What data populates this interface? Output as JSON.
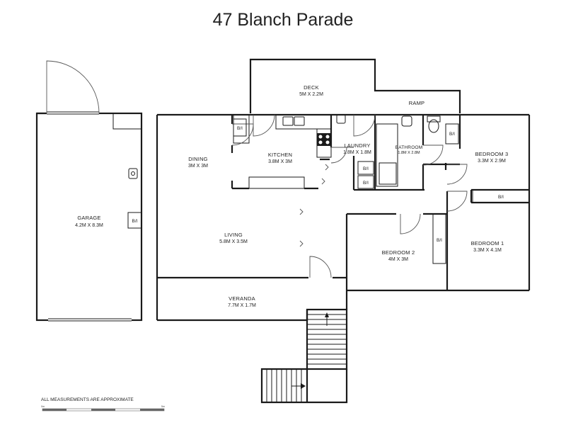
{
  "title": "47 Blanch Parade",
  "rooms": {
    "deck": {
      "name": "DECK",
      "dims": "5M X 2.2M"
    },
    "ramp": {
      "name": "RAMP"
    },
    "dining": {
      "name": "DINING",
      "dims": "3M X 3M"
    },
    "kitchen": {
      "name": "KITCHEN",
      "dims": "3.8M X 3M"
    },
    "laundry": {
      "name": "LAUNDRY",
      "dims": "1.8M X 1.8M"
    },
    "bathroom": {
      "name": "BATHROOM",
      "dims": "1.8M X 2.8M"
    },
    "bedroom3": {
      "name": "BEDROOM 3",
      "dims": "3.3M X 2.9M"
    },
    "garage": {
      "name": "GARAGE",
      "dims": "4.2M X 8.3M"
    },
    "living": {
      "name": "LIVING",
      "dims": "5.8M X 3.5M"
    },
    "bedroom2": {
      "name": "BEDROOM 2",
      "dims": "4M X 3M"
    },
    "bedroom1": {
      "name": "BEDROOM 1",
      "dims": "3.3M X 4.1M"
    },
    "veranda": {
      "name": "VERANDA",
      "dims": "7.7M X 1.7M"
    }
  },
  "built_in_label": "B/I",
  "footer_note": "ALL MEASUREMENTS ARE APPROXIMATE",
  "scale": {
    "start": "0m",
    "end": "5m"
  }
}
